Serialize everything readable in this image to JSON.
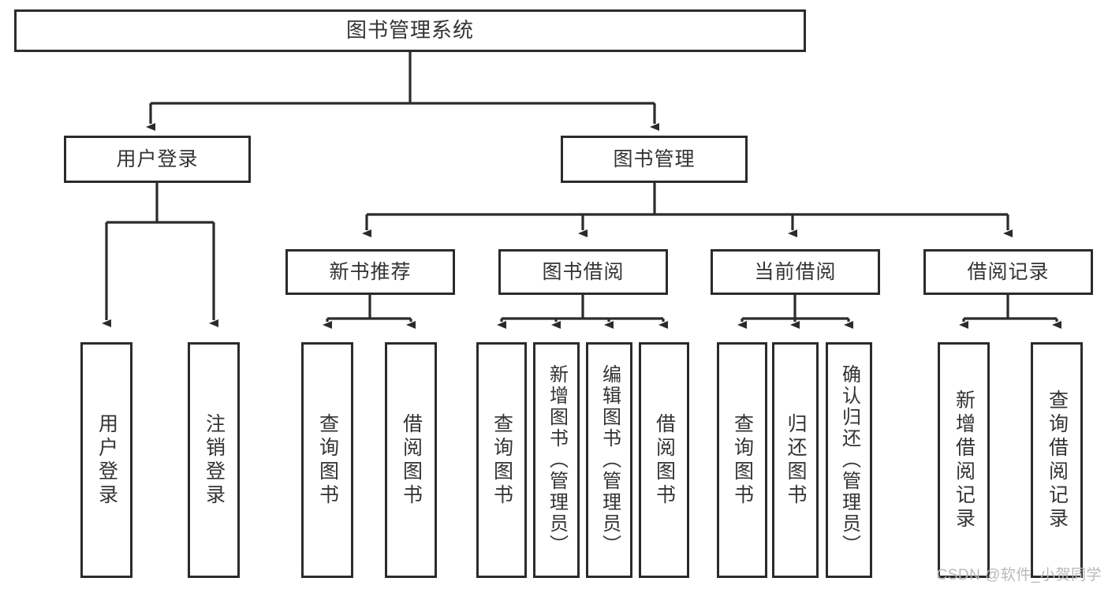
{
  "diagram": {
    "type": "tree-hierarchy",
    "title": "图书管理系统",
    "colors": {
      "background": "#ffffff",
      "stroke": "#2b2b2b",
      "text": "#333333",
      "watermark": "#b9b9b9"
    },
    "nodes": {
      "root": {
        "label": "图书管理系统"
      },
      "level1": [
        {
          "id": "user-login",
          "label": "用户登录"
        },
        {
          "id": "book-management",
          "label": "图书管理"
        }
      ],
      "level2": [
        {
          "id": "new-book-recommend",
          "label": "新书推荐"
        },
        {
          "id": "book-borrow",
          "label": "图书借阅"
        },
        {
          "id": "current-borrow",
          "label": "当前借阅"
        },
        {
          "id": "borrow-record",
          "label": "借阅记录"
        }
      ],
      "leaves": {
        "user_login": [
          {
            "id": "leaf-user-login",
            "label": "用户登录"
          },
          {
            "id": "leaf-user-logout",
            "label": "注销登录"
          }
        ],
        "new_book_recommend": [
          {
            "id": "leaf-query-book-1",
            "label": "查询图书"
          },
          {
            "id": "leaf-borrow-book-1",
            "label": "借阅图书"
          }
        ],
        "book_borrow": [
          {
            "id": "leaf-query-book-2",
            "label": "查询图书"
          },
          {
            "id": "leaf-add-book",
            "label": "新增图书（管理员）"
          },
          {
            "id": "leaf-edit-book",
            "label": "编辑图书（管理员）"
          },
          {
            "id": "leaf-borrow-book-2",
            "label": "借阅图书"
          }
        ],
        "current_borrow": [
          {
            "id": "leaf-query-book-3",
            "label": "查询图书"
          },
          {
            "id": "leaf-return-book",
            "label": "归还图书"
          },
          {
            "id": "leaf-confirm-return",
            "label": "确认归还（管理员）"
          }
        ],
        "borrow_record": [
          {
            "id": "leaf-add-record",
            "label": "新增借阅记录"
          },
          {
            "id": "leaf-query-record",
            "label": "查询借阅记录"
          }
        ]
      }
    },
    "watermark": "CSDN @软件_小贺同学"
  }
}
